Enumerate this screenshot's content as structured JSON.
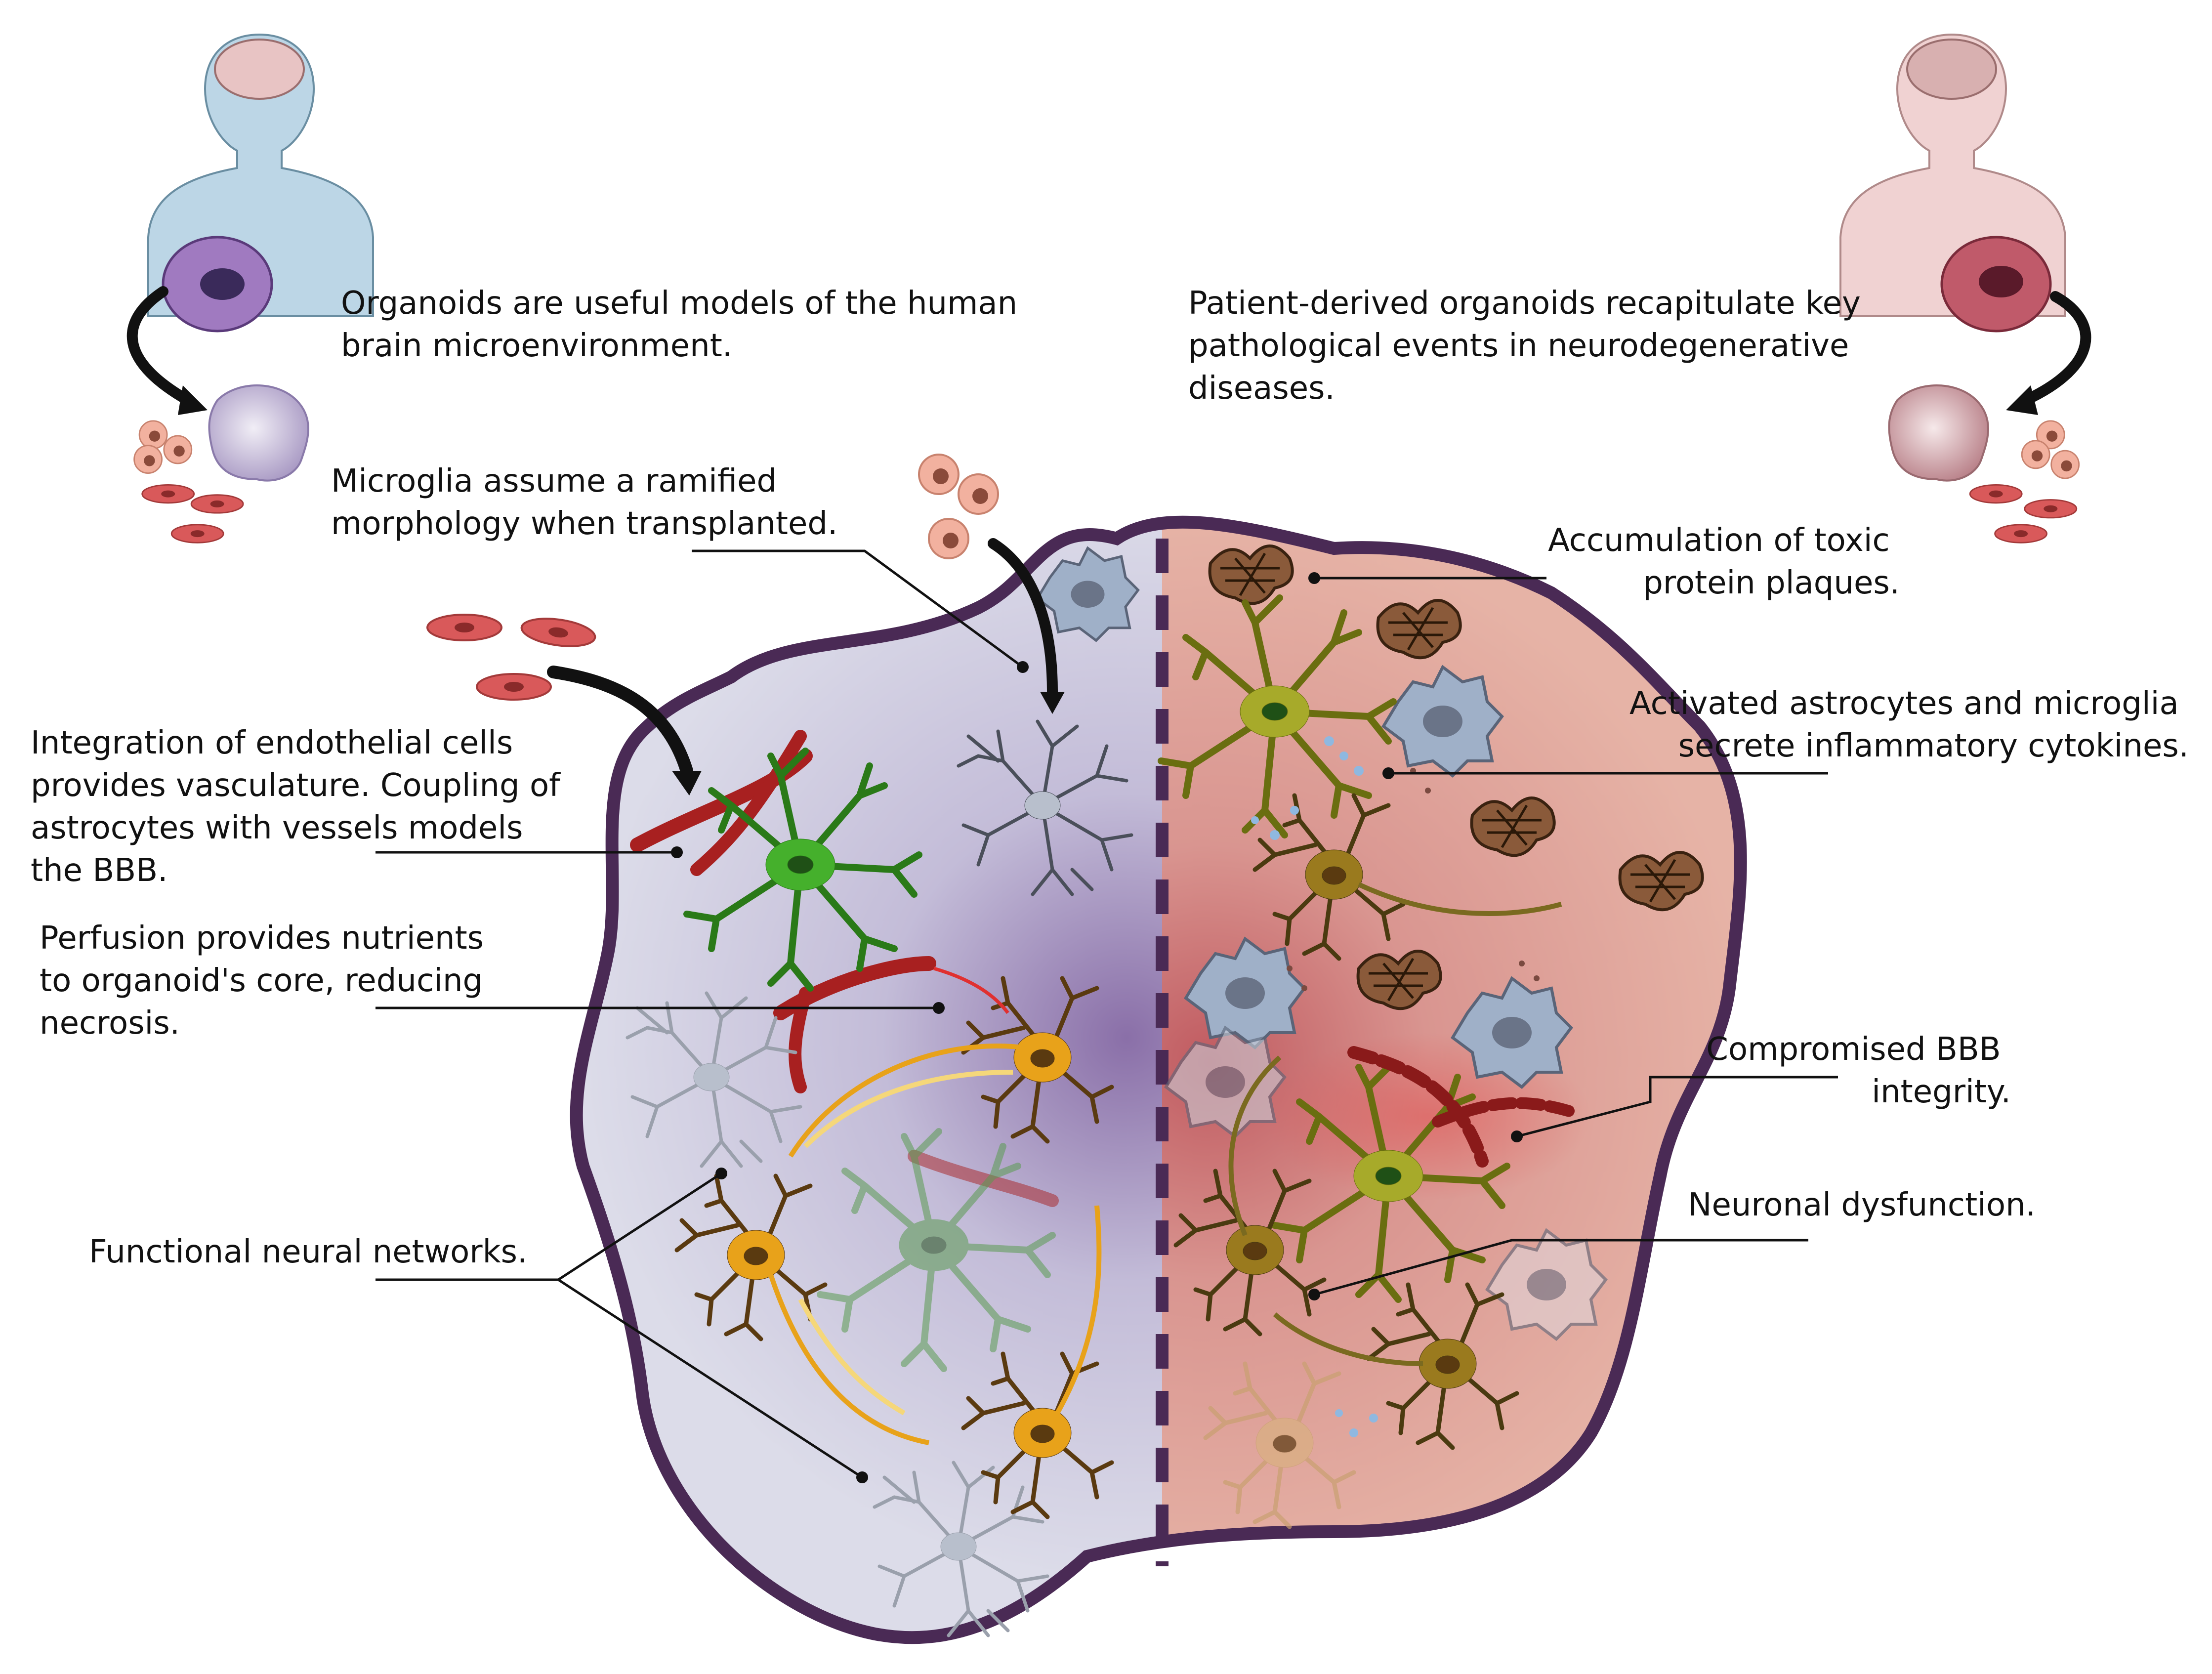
{
  "labels": {
    "top_left": [
      "Organoids are useful models of the human",
      "brain microenvironment."
    ],
    "top_right": [
      "Patient-derived organoids recapitulate key",
      "pathological events in neurodegenerative",
      "diseases."
    ],
    "microglia": [
      "Microglia assume a ramified",
      "morphology when transplanted."
    ],
    "endothelial": [
      "Integration of endothelial cells",
      "provides vasculature. Coupling of",
      "astrocytes with vessels models",
      "the BBB."
    ],
    "perfusion": [
      "Perfusion provides nutrients",
      "to organoid's core, reducing",
      "necrosis."
    ],
    "networks": [
      "Functional neural networks."
    ],
    "plaques": [
      "Accumulation of toxic",
      "protein plaques."
    ],
    "cytokines": [
      "Activated astrocytes and microglia",
      "secrete inflammatory cytokines."
    ],
    "bbb": [
      "Compromised BBB",
      "integrity."
    ],
    "dysfunction": [
      "Neuronal dysfunction."
    ]
  },
  "colors": {
    "healthy_fill": "#dcdce9",
    "healthy_core": "#8a6fa8",
    "disease_fill": "#e6b3a6",
    "disease_core": "#c87070",
    "outline": "#4a2a55",
    "neuron": "#e8a21a",
    "astrocyte": "#45b02c",
    "vessel": "#a82020",
    "microglia": "#9fb0c8",
    "red_cell": "#d9595a",
    "stem_cell": "#f2b19f"
  }
}
